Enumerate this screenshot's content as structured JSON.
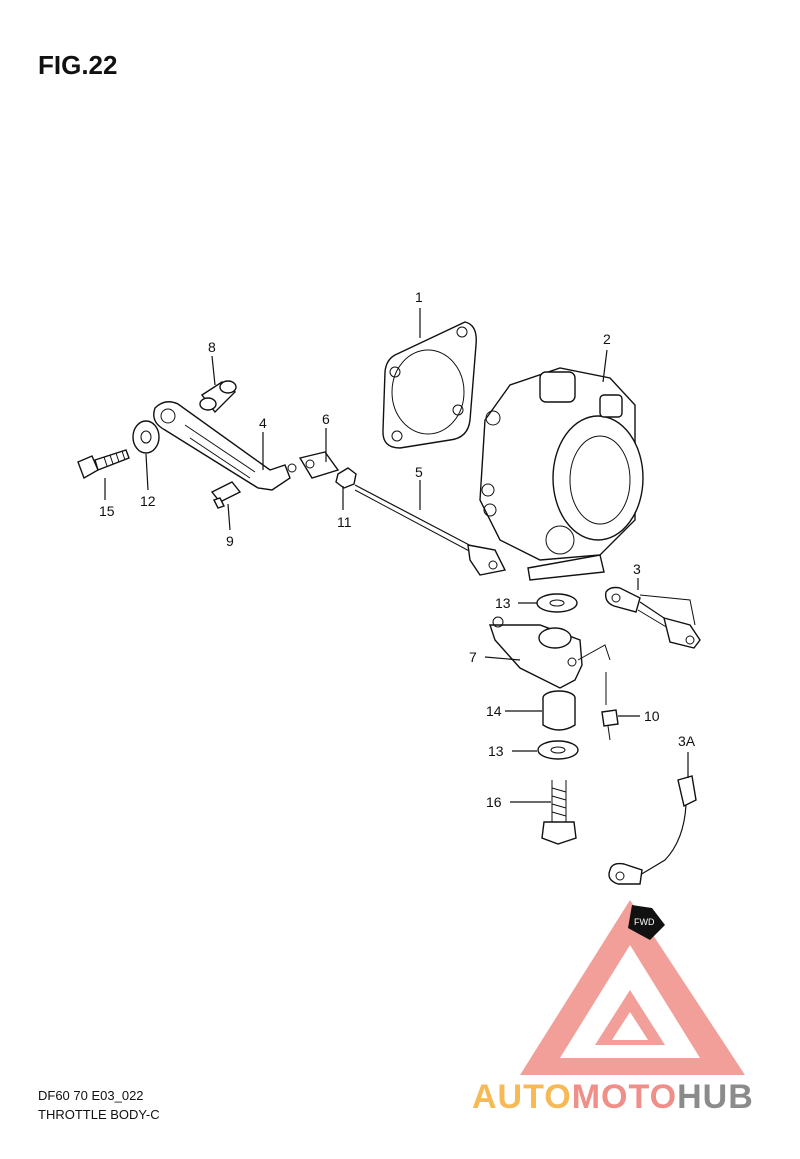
{
  "figure": {
    "title": "FIG.22"
  },
  "callouts": [
    {
      "id": "1",
      "text": "1"
    },
    {
      "id": "2",
      "text": "2"
    },
    {
      "id": "3",
      "text": "3"
    },
    {
      "id": "3A",
      "text": "3A"
    },
    {
      "id": "4",
      "text": "4"
    },
    {
      "id": "5",
      "text": "5"
    },
    {
      "id": "6",
      "text": "6"
    },
    {
      "id": "7",
      "text": "7"
    },
    {
      "id": "8",
      "text": "8"
    },
    {
      "id": "9",
      "text": "9"
    },
    {
      "id": "10",
      "text": "10"
    },
    {
      "id": "11",
      "text": "11"
    },
    {
      "id": "12",
      "text": "12"
    },
    {
      "id": "13a",
      "text": "13"
    },
    {
      "id": "13b",
      "text": "13"
    },
    {
      "id": "14",
      "text": "14"
    },
    {
      "id": "15",
      "text": "15"
    },
    {
      "id": "16",
      "text": "16"
    }
  ],
  "fwd_tag": "FWD",
  "footer": {
    "code": "DF60 70 E03_022",
    "name": "THROTTLE BODY-C"
  },
  "watermark": {
    "part1": "AUTO",
    "part2": "MOTO",
    "part3": "HUB",
    "colors": {
      "auto": "#f7b955",
      "moto": "#f08f88",
      "hub": "#8b8b8b"
    }
  }
}
